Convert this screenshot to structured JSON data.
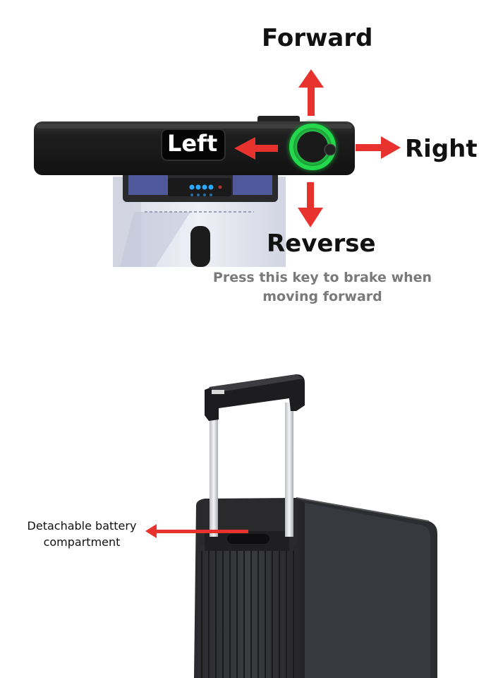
{
  "top_photo": {
    "labels": {
      "forward": "Forward",
      "left": "Left",
      "right": "Right",
      "reverse": "Reverse"
    },
    "brake_note": {
      "line1": "Press this key to brake when",
      "line2": "moving forward"
    },
    "colors": {
      "arrow": "#e8322e",
      "ring": "#23d84a",
      "battery_led": "#2aa8ff"
    },
    "battery_led_count": 4
  },
  "bottom_photo": {
    "callout": {
      "line1": "Detachable battery",
      "line2": "compartment"
    }
  }
}
